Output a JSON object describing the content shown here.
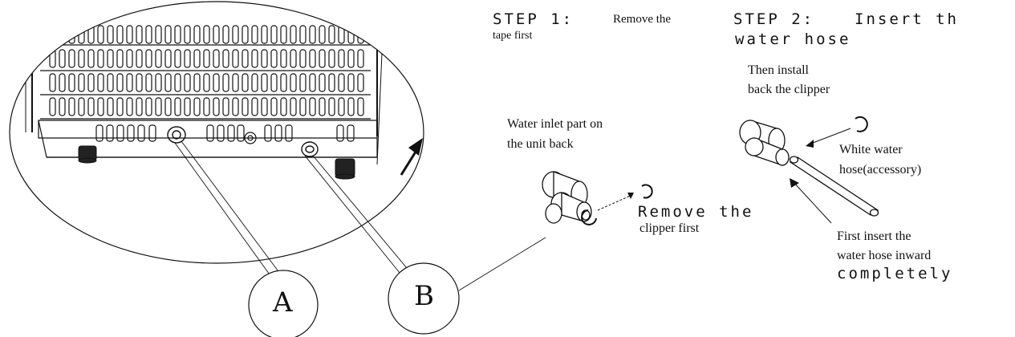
{
  "step1": {
    "title": "STEP 1:",
    "desc_line1": "Remove the",
    "desc_line2": "tape first"
  },
  "step2": {
    "title": "STEP 2:",
    "desc_line1": "Insert th",
    "desc_line2": "water hose"
  },
  "labels": {
    "inlet_line1": "Water inlet part on",
    "inlet_line2": "the unit back",
    "remove_clipper_line1": "Remove the",
    "remove_clipper_line2": "clipper first",
    "install_line1": "Then install",
    "install_line2": "back the clipper",
    "white_hose_line1": "White water",
    "white_hose_line2": "hose(accessory)",
    "first_insert_line1": "First insert the",
    "first_insert_line2": "water hose inward",
    "first_insert_line3": "completely",
    "circle_a": "A",
    "circle_b": "B"
  },
  "colors": {
    "ink": "#111111",
    "background": "#ffffff"
  }
}
